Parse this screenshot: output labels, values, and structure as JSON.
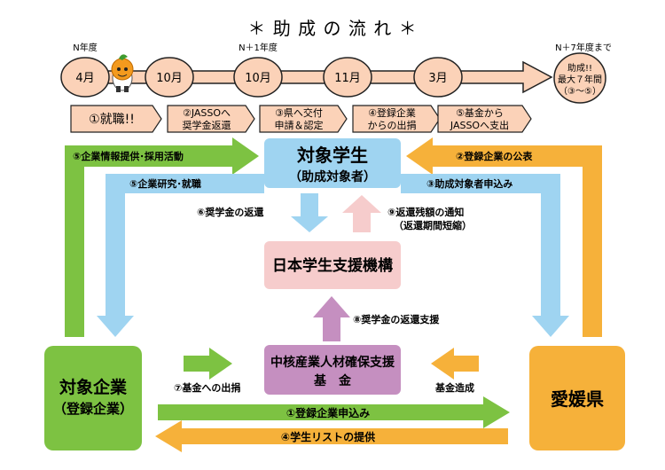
{
  "title": "＊ 助 成 の 流 れ ＊",
  "timeline": {
    "year_labels": [
      "N年度",
      "N＋1年度",
      "N＋7年度まで"
    ],
    "nodes": [
      "4月",
      "10月",
      "10月",
      "11月",
      "3月"
    ],
    "end_node": [
      "助成!!",
      "最大７年間",
      "（③～⑤）"
    ],
    "steps": [
      [
        "①就職!!"
      ],
      [
        "②JASSOへ",
        "奨学金返還"
      ],
      [
        "③県へ交付",
        "申請＆認定"
      ],
      [
        "④登録企業",
        "からの出捐"
      ],
      [
        "⑤基金から",
        "JASSOへ支出"
      ]
    ]
  },
  "boxes": {
    "student": [
      "対象学生",
      "（助成対象者）"
    ],
    "jasso": "日本学生支援機構",
    "fund": [
      "中核産業人材確保支援",
      "基　金"
    ],
    "company": [
      "対象企業",
      "（登録企業）"
    ],
    "pref": "愛媛県"
  },
  "flows": {
    "f5a": "⑤企業情報提供･採用活動",
    "f5b": "⑤企業研究･就職",
    "f2": "②登録企業の公表",
    "f3": "③助成対象者申込み",
    "f6": "⑥奨学金の返還",
    "f9": [
      "⑨返還残額の通知",
      "（返還期間短縮）"
    ],
    "f8": "⑧奨学金の返還支援",
    "f7": "⑦基金への出捐",
    "fk": "基金造成",
    "f1": "①登録企業申込み",
    "f4": "④学生リストの提供"
  },
  "colors": {
    "green": "#7dc242",
    "blue": "#9fd4f1",
    "orange": "#f6b13a",
    "pink": "#f6cccc",
    "purple": "#c58fc0",
    "peach": "#fbd2b8",
    "outline": "#222222"
  }
}
